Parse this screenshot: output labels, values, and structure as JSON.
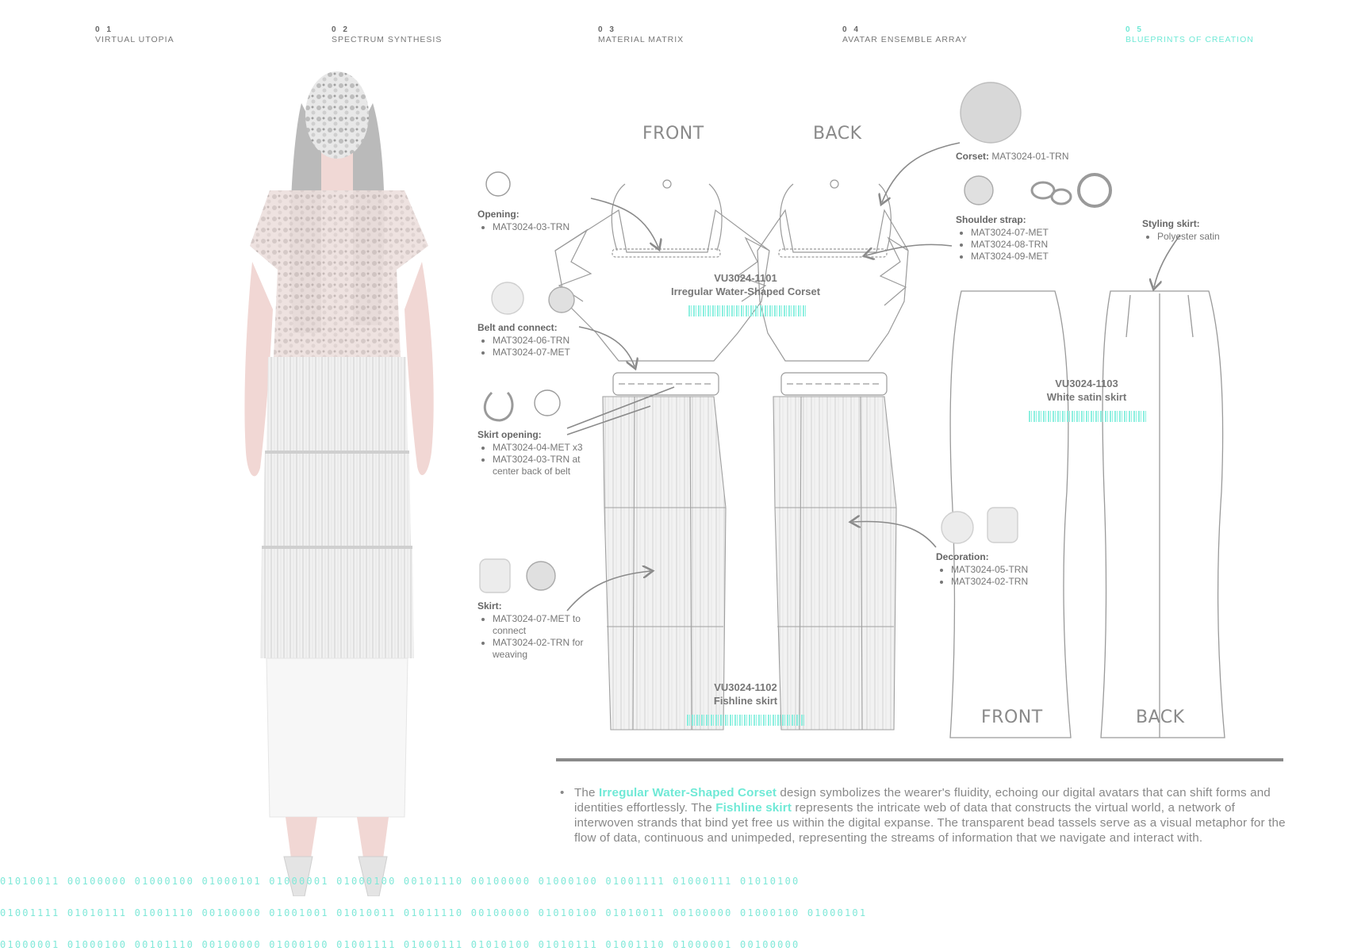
{
  "nav": [
    {
      "num": "0 1",
      "label": "VIRTUAL UTOPIA"
    },
    {
      "num": "0 2",
      "label": "SPECTRUM SYNTHESIS"
    },
    {
      "num": "0 3",
      "label": "MATERIAL MATRIX"
    },
    {
      "num": "0 4",
      "label": "AVATAR ENSEMBLE ARRAY"
    },
    {
      "num": "0 5",
      "label": "BLUEPRINTS OF CREATION",
      "active": true
    }
  ],
  "views": {
    "front": "FRONT",
    "back": "BACK",
    "skirt_front": "FRONT",
    "skirt_back": "BACK"
  },
  "labels": {
    "opening": {
      "title": "Opening:",
      "items": [
        "MAT3024-03-TRN"
      ]
    },
    "belt": {
      "title": "Belt and connect:",
      "items": [
        "MAT3024-06-TRN",
        "MAT3024-07-MET"
      ]
    },
    "skirt_opening": {
      "title": "Skirt opening:",
      "items": [
        "MAT3024-04-MET x3",
        "MAT3024-03-TRN at center back of belt"
      ]
    },
    "skirt": {
      "title": "Skirt:",
      "items": [
        "MAT3024-07-MET to connect",
        "MAT3024-02-TRN for weaving"
      ]
    },
    "corset": {
      "title": "Corset:",
      "code": "MAT3024-01-TRN"
    },
    "shoulder_strap": {
      "title": "Shoulder strap:",
      "items": [
        "MAT3024-07-MET",
        "MAT3024-08-TRN",
        "MAT3024-09-MET"
      ]
    },
    "styling_skirt": {
      "title": "Styling skirt:",
      "items": [
        "Polyester satin"
      ]
    },
    "decoration": {
      "title": "Decoration:",
      "items": [
        "MAT3024-05-TRN",
        "MAT3024-02-TRN"
      ]
    }
  },
  "garments": {
    "corset": {
      "code": "VU3024-1101",
      "name": "Irregular Water-Shaped Corset"
    },
    "fishline": {
      "code": "VU3024-1102",
      "name": "Fishline skirt"
    },
    "satin": {
      "code": "VU3024-1103",
      "name": "White satin skirt"
    }
  },
  "description": {
    "p1": "The ",
    "h1": "Irregular Water-Shaped Corset",
    "p2": " design symbolizes the wearer's fluidity, echoing our digital avatars that can shift forms and identities effortlessly. The ",
    "h2": "Fishline skirt",
    "p3": " represents the intricate web of data that constructs the virtual world, a network of interwoven strands that bind yet free us within the digital expanse. The transparent bead tassels serve as a visual metaphor for the flow of data, continuous and unimpeded, representing the streams of information that we navigate and interact with."
  },
  "binary": [
    "01010011  00100000  01000100  01000101  01000001  01000100  00101110  00100000  01000100  01001111  01000111  01010100",
    "01001111  01010111  01001110  00100000  01001001  01010011  01011110  00100000  01010100  01010011  00100000  01000100  01000101",
    "01000001  01000100  00101110  00100000  01000100  01001111  01000111  01010100  01010111  01001110  01000001  00100000"
  ],
  "colors": {
    "accent": "#6fe9d6",
    "line": "#9a9a9a",
    "text": "#777777"
  }
}
